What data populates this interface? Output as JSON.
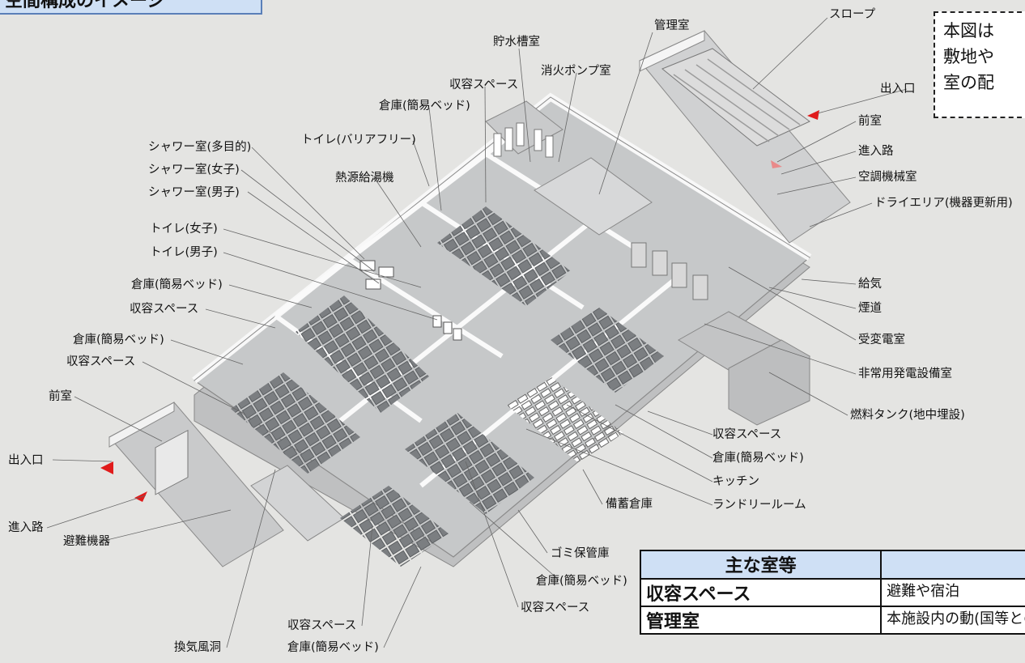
{
  "title": "空間構成のイメージ",
  "note": [
    "本図は",
    "敷地や",
    "室の配"
  ],
  "labels": {
    "kanrishitsu": "管理室",
    "suropu": "スロープ",
    "chosuisoushitsu": "貯水槽室",
    "shouka_pump": "消火ポンプ室",
    "shuyo_top": "収容スペース",
    "soko_top": "倉庫(簡易ベッド)",
    "toilet_bf": "トイレ(バリアフリー)",
    "shower_multi": "シャワー室(多目的)",
    "shower_f": "シャワー室(女子)",
    "shower_m": "シャワー室(男子)",
    "netsugen": "熱源給湯機",
    "toilet_f": "トイレ(女子)",
    "toilet_m": "トイレ(男子)",
    "soko_l1": "倉庫(簡易ベッド)",
    "shuyo_l1": "収容スペース",
    "soko_l2": "倉庫(簡易ベッド)",
    "shuyo_l2": "収容スペース",
    "zenshitsu_l": "前室",
    "deiriguchi_l": "出入口",
    "shinyuro_l": "進入路",
    "hinan_kiki": "避難機器",
    "kanki_fudo": "換気風洞",
    "shuyo_b1": "収容スペース",
    "soko_b1": "倉庫(簡易ベッド)",
    "gomi": "ゴミ保管庫",
    "soko_b2": "倉庫(簡易ベッド)",
    "shuyo_b2": "収容スペース",
    "bichiku": "備蓄倉庫",
    "shuyo_r": "収容スペース",
    "soko_r": "倉庫(簡易ベッド)",
    "kitchen": "キッチン",
    "laundry": "ランドリールーム",
    "deiriguchi_r": "出入口",
    "zenshitsu_r": "前室",
    "shinyuro_r": "進入路",
    "kucho": "空調機械室",
    "dry_area": "ドライエリア(機器更新用)",
    "kyuki": "給気",
    "endo": "煙道",
    "juhenden": "受変電室",
    "hijo_hatsuden": "非常用発電設備室",
    "nenryo": "燃料タンク(地中埋設)"
  },
  "table": {
    "header": "主な室等",
    "rows": [
      {
        "name": "収容スペース",
        "desc": "避難や宿泊"
      },
      {
        "name": "管理室",
        "desc": "本施設内の動(国等との"
      }
    ]
  },
  "colors": {
    "background": "#e4e4e2",
    "title_fill": "#cfe0f5",
    "title_border": "#5a7fb8",
    "floor": "#c6c8c9",
    "wall": "#f4f4f4",
    "bed": "#7b7e81",
    "entrance_marker": "#e01b1b"
  }
}
